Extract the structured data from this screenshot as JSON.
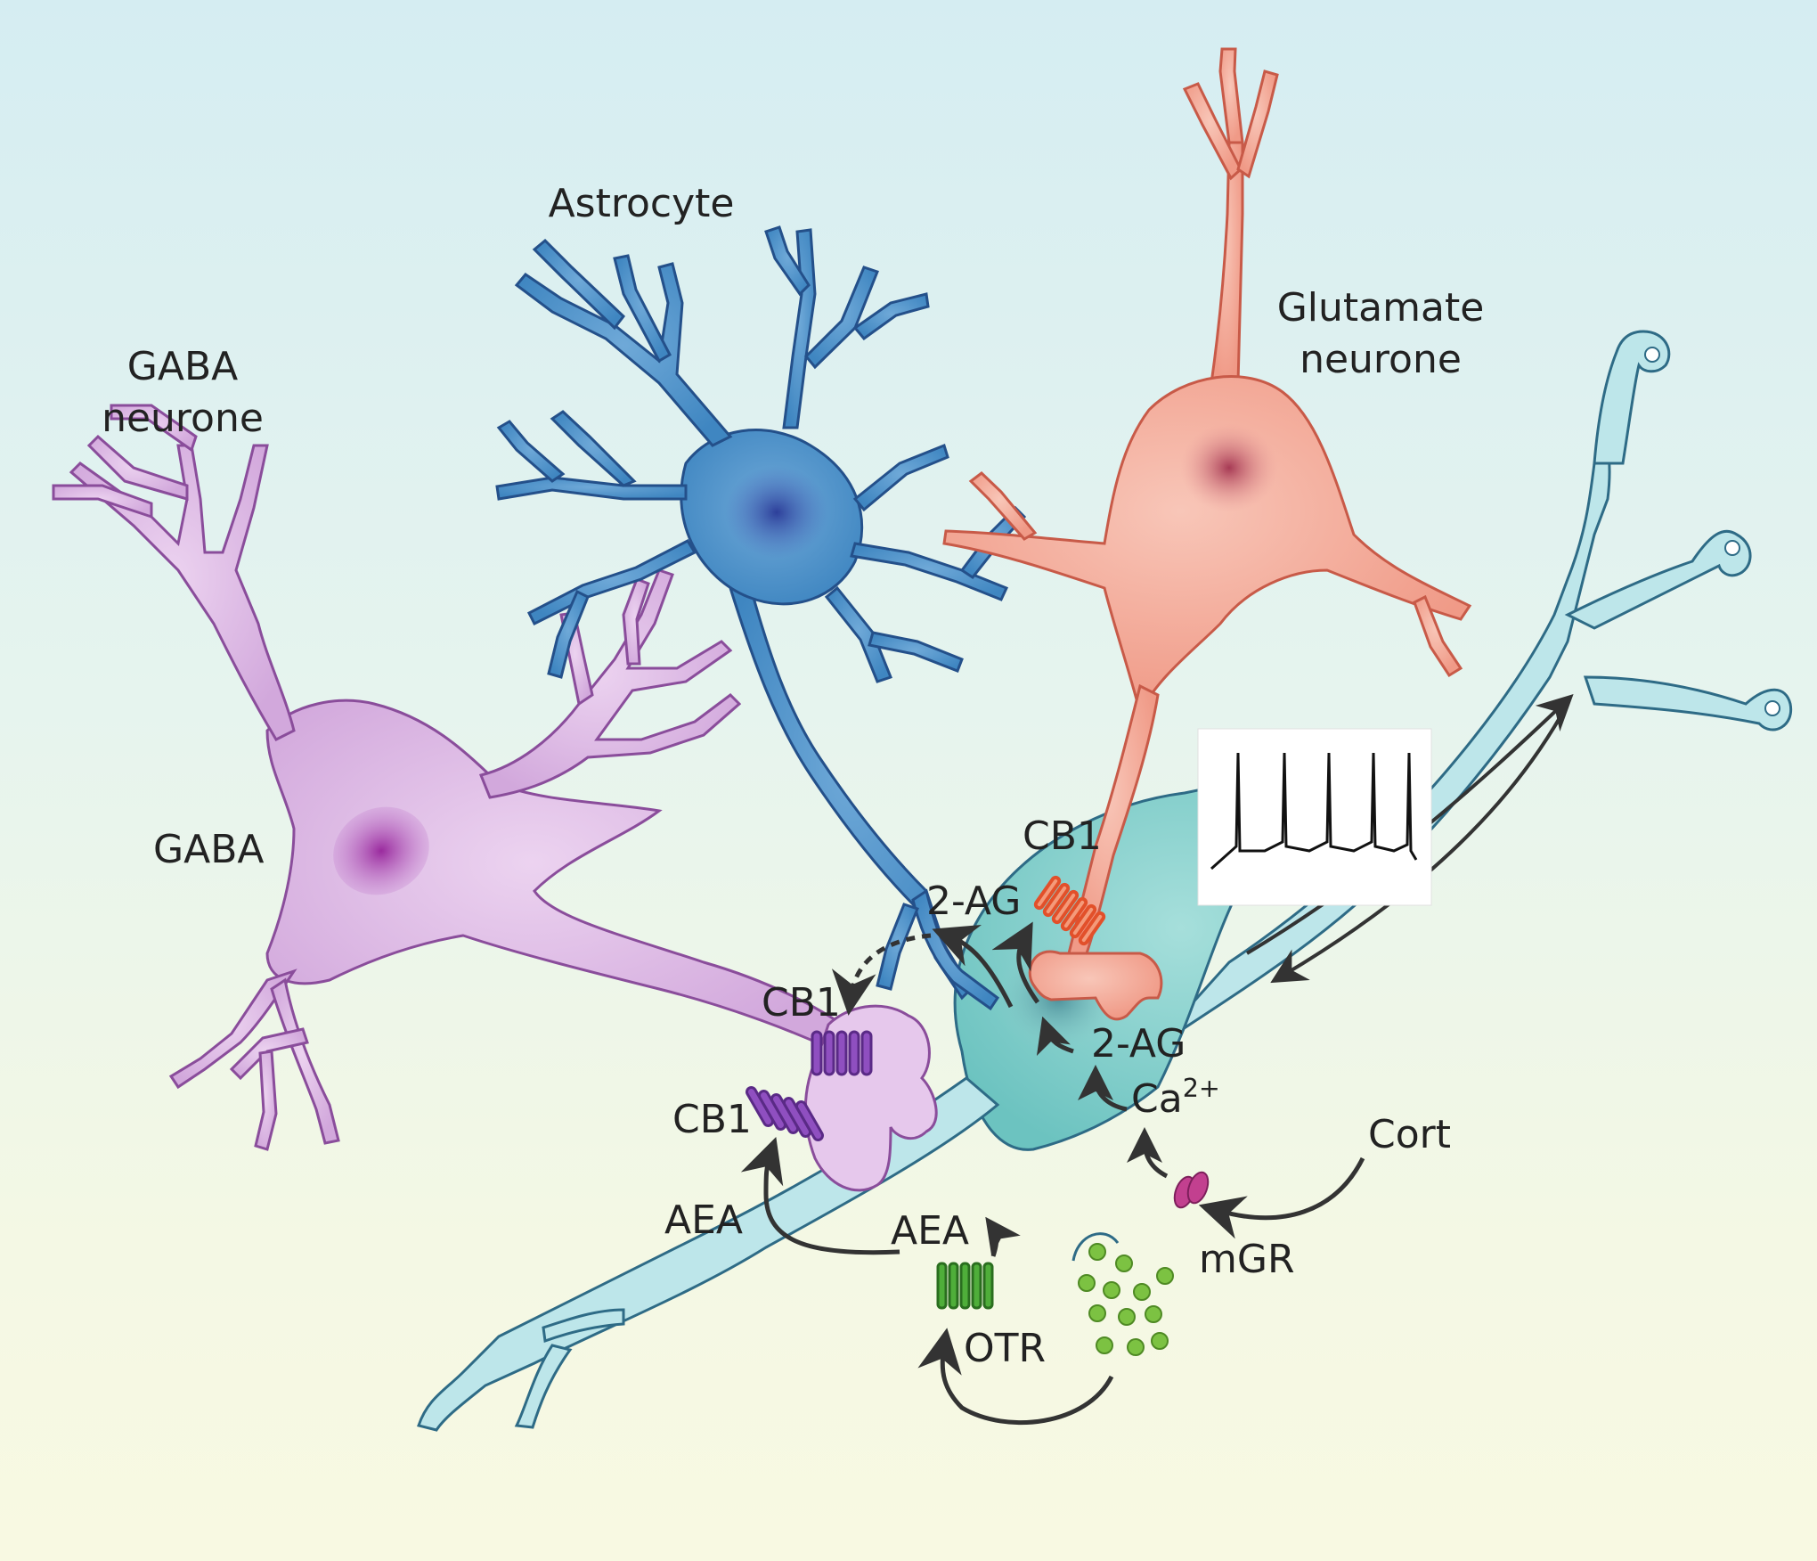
{
  "labels": {
    "astrocyte": "Astrocyte",
    "glutamate_neurone_line1": "Glutamate",
    "glutamate_neurone_line2": "neurone",
    "gaba_neurone_line1": "GABA",
    "gaba_neurone_line2": "neurone",
    "gaba": "GABA",
    "cb1_glutamate": "CB1",
    "cb1_gaba_top": "CB1",
    "cb1_gaba_left": "CB1",
    "two_ag_upper": "2-AG",
    "two_ag_lower": "2-AG",
    "ca_base": "Ca",
    "ca_sup": "2+",
    "aea_left": "AEA",
    "aea_right": "AEA",
    "otr": "OTR",
    "cort": "Cort",
    "mgr": "mGR"
  },
  "colors": {
    "astrocyte": "#3a7fb5",
    "glutamate_neurone": "#f2a594",
    "gaba_neurone": "#d9b3e0",
    "oxytocin_neurone": "#7fcbc8",
    "cb1_receptor_gaba": "#7a3fa8",
    "cb1_receptor_glutamate": "#e2502a",
    "otr_receptor": "#3e9a2e",
    "mgr_receptor": "#c2408f",
    "vesicles": "#7cc242"
  }
}
